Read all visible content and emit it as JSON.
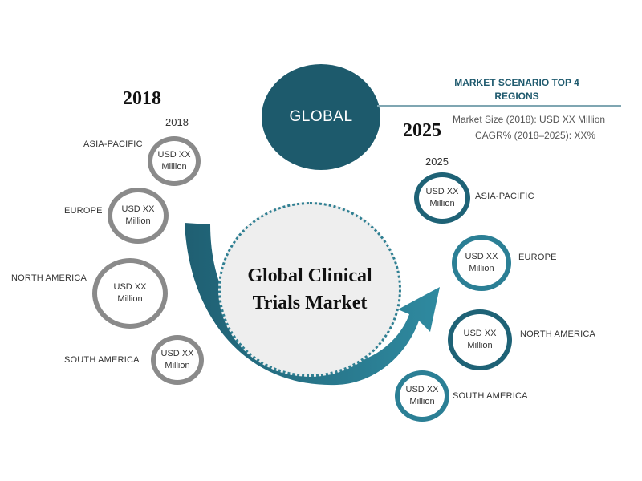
{
  "center": {
    "title_line1": "Global Clinical",
    "title_line2": "Trials Market"
  },
  "global_label": "GLOBAL",
  "scenario": {
    "title_line1": "MARKET SCENARIO TOP 4",
    "title_line2": "REGIONS",
    "market_size": "Market Size (2018): USD XX Million",
    "cagr": "CAGR% (2018–2025): XX%"
  },
  "year_2018": {
    "big": "2018",
    "small": "2018"
  },
  "year_2025": {
    "big": "2025",
    "small": "2025"
  },
  "regions_2018": [
    {
      "label": "ASIA-PACIFIC",
      "value_line1": "USD XX",
      "value_line2": "Million"
    },
    {
      "label": "EUROPE",
      "value_line1": "USD XX",
      "value_line2": "Million"
    },
    {
      "label": "NORTH AMERICA",
      "value_line1": "USD XX",
      "value_line2": "Million"
    },
    {
      "label": "SOUTH AMERICA",
      "value_line1": "USD XX",
      "value_line2": "Million"
    }
  ],
  "regions_2025": [
    {
      "label": "ASIA-PACIFIC",
      "value_line1": "USD XX",
      "value_line2": "Million"
    },
    {
      "label": "EUROPE",
      "value_line1": "USD XX",
      "value_line2": "Million"
    },
    {
      "label": "NORTH AMERICA",
      "value_line1": "USD XX",
      "value_line2": "Million"
    },
    {
      "label": "SOUTH AMERICA",
      "value_line1": "USD XX",
      "value_line2": "Million"
    }
  ],
  "colors": {
    "grey_ring": "#8a8a8a",
    "teal_ring": "#1e6276",
    "global_disc": "#1d5a6c",
    "arrow": "#2a7488",
    "title_text": "#1f5a6e"
  }
}
